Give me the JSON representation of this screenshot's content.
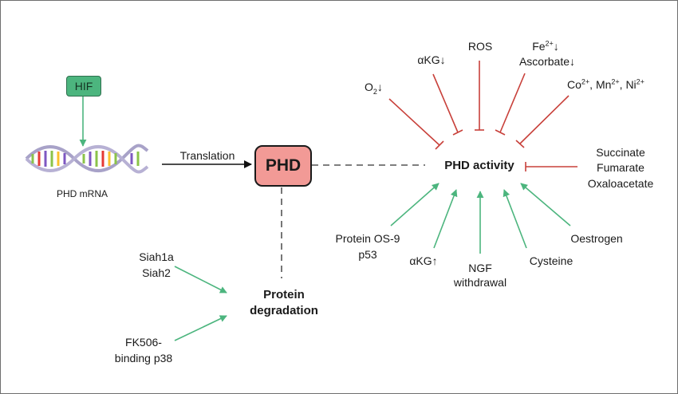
{
  "nodes": {
    "hif": "HIF",
    "phd_mrna": "PHD mRNA",
    "translation": "Translation",
    "phd": "PHD",
    "phd_activity": "PHD activity",
    "protein_degradation_1": "Protein",
    "protein_degradation_2": "degradation"
  },
  "inhibitors": {
    "o2": "O",
    "o2_sub": "2",
    "o2_arrow": "↓",
    "akg": "αKG↓",
    "ros": "ROS",
    "fe": "Fe",
    "fe_sup": "2+",
    "fe_arrow": "↓",
    "ascorbate": "Ascorbate↓",
    "co": "Co",
    "co_sup": "2+",
    "mn": ", Mn",
    "mn_sup": "2+",
    "ni": ", Ni",
    "ni_sup": "2+",
    "succinate": "Succinate",
    "fumarate": "Fumarate",
    "oxaloacetate": "Oxaloacetate"
  },
  "activators": {
    "protein_os9": "Protein OS-9",
    "p53": "p53",
    "akg_up": "αKG↑",
    "ngf_1": "NGF",
    "ngf_2": "withdrawal",
    "cysteine": "Cysteine",
    "oestrogen": "Oestrogen"
  },
  "degradation_factors": {
    "siah1a": "Siah1a",
    "siah2": "Siah2",
    "fk506_1": "FK506-",
    "fk506_2": "binding p38"
  },
  "colors": {
    "inhibit": "#c8403a",
    "activate": "#4cb57e",
    "phd_fill": "#f29a96",
    "hif_fill": "#4cb57e",
    "dna_backbone": "#a8a2c8"
  }
}
